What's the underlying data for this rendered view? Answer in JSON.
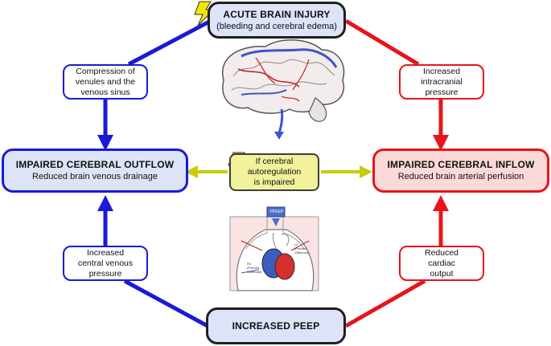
{
  "top": {
    "title": "ACUTE BRAIN INJURY",
    "subtitle": "(bleeding and cerebral edema)"
  },
  "left": {
    "title": "IMPAIRED CEREBRAL OUTFLOW",
    "subtitle": "Reduced brain venous drainage"
  },
  "right": {
    "title": "IMPAIRED CEREBRAL INFLOW",
    "subtitle": "Reduced brain arterial perfusion"
  },
  "bottom": {
    "title": "INCREASED PEEP"
  },
  "center": {
    "lines": [
      "If cerebral",
      "autoregulation",
      "is impaired"
    ]
  },
  "upper_left": {
    "lines": [
      "Compression of",
      "venules and the",
      "venous sinus"
    ]
  },
  "upper_right": {
    "lines": [
      "Increased",
      "intracranial",
      "pressure"
    ]
  },
  "lower_left": {
    "lines": [
      "Increased",
      "central venous",
      "pressure"
    ]
  },
  "lower_right": {
    "lines": [
      "Reduced",
      "cardiac",
      "output"
    ]
  },
  "thorax": {
    "peep_label": "PPEEP",
    "rv_label": "RV\n(Preload\n/Afterload)",
    "lv_label": "LV\n(Preload\n/Afterload)"
  },
  "colors": {
    "venous": "#1a1ad6",
    "arterial": "#e8141a",
    "autoregulation": "#c8cc00"
  }
}
